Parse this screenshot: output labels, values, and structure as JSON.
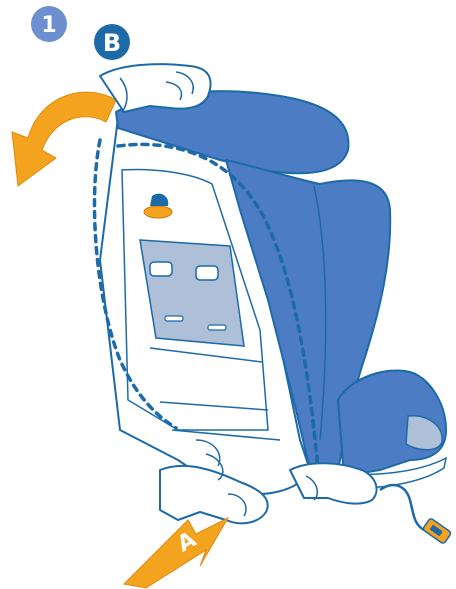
{
  "step": {
    "number": "1"
  },
  "labels": {
    "b": "B",
    "a": "A"
  },
  "colors": {
    "outline": "#1d6aa8",
    "seat_fill": "#4b7cc4",
    "seat_light": "#6e98d6",
    "shell": "#ffffff",
    "plate": "#aebfd8",
    "arrow": "#f4a31f",
    "step_circle": "#6d8fcf",
    "b_circle": "#1d6aa8"
  }
}
